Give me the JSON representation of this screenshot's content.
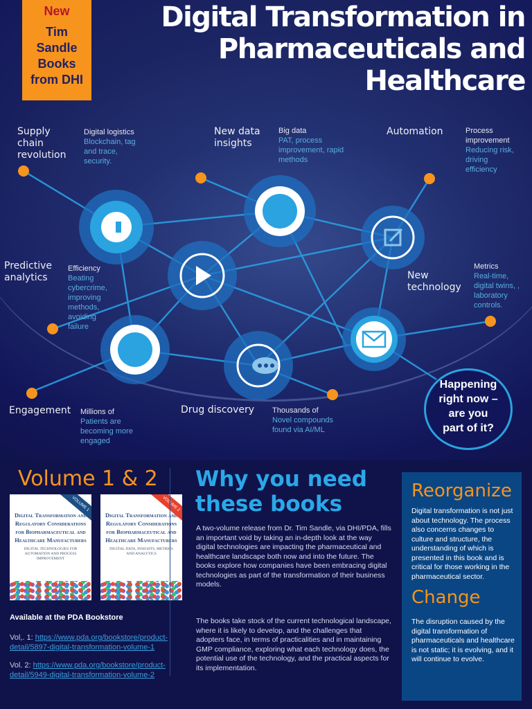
{
  "badge": {
    "new": "New",
    "line1": "Tim",
    "line2": "Sandle",
    "line3": "Books",
    "line4": "from DHI"
  },
  "title": {
    "line1": "Digital Transformation in",
    "line2": "Pharmaceuticals and",
    "line3": "Healthcare"
  },
  "colors": {
    "orange": "#f7941d",
    "accent_blue": "#2aa8e8",
    "panel_blue": "#0b4684",
    "background": "#10134a"
  },
  "nodes": [
    {
      "label": "Supply chain revolution",
      "heading": "Digital logistics",
      "detail": "Blockchain, tag and trace, security.",
      "icon": "cloud-icon"
    },
    {
      "label": "New data insights",
      "heading": "Big data",
      "detail": "PAT, process improvement, rapid methods",
      "icon": "ring-icon"
    },
    {
      "label": "Automation",
      "heading": "Process improvement",
      "detail": "Reducing risk, driving efficiency",
      "icon": "edit-icon"
    },
    {
      "label": "Predictive analytics",
      "heading": "Efficiency",
      "detail": "Beating cybercrime, improving methods, avoiding failure",
      "icon": "play-icon"
    },
    {
      "label": "New technology",
      "heading": "Metrics",
      "detail": "Real-time, digital twins, , laboratory controls.",
      "icon": "mail-icon"
    },
    {
      "label": "Engagement",
      "heading": "Millions of",
      "detail": "Patients are becoming more engaged",
      "icon": "ring-icon"
    },
    {
      "label": "Drug discovery",
      "heading": "Thousands of",
      "detail": "Novel compounds found via AI/ML",
      "icon": "chat-icon"
    }
  ],
  "callout": {
    "l1": "Happening",
    "l2": "right now –",
    "l3": "are you",
    "l4": "part of it?"
  },
  "volumes": {
    "title": "Volume 1 & 2",
    "books": [
      {
        "corner": "VOLUME 1",
        "title": "Digital Transformation and Regulatory Considerations for Biopharmaceutical and Healthcare Manufacturers",
        "subtitle": "DIGITAL TECHNOLOGIES FOR AUTOMATION AND PROCESS IMPROVEMENT"
      },
      {
        "corner": "VOLUME 2",
        "title": "Digital Transformation and Regulatory Considerations for Biopharmaceutical and Healthcare Manufacturers",
        "subtitle": "DIGITAL DATA, INSIGHTS, METRICS AND ANALYTICS"
      }
    ],
    "available": "Available at the PDA Bookstore",
    "links": [
      {
        "prefix": "Vol,. 1: ",
        "url": "https://www.pda.org/bookstore/product-detail/5897-digital-transformation-volume-1"
      },
      {
        "prefix": "Vol. 2: ",
        "url": "https://www.pda.org/bookstore/product-detail/5949-digital-transformation-volume-2"
      }
    ]
  },
  "why": {
    "title_l1": "Why you need",
    "title_l2": "these books",
    "p1": "A two-volume release from Dr. Tim Sandle, via DHI/PDA, fills an important void by taking an in-depth look at the way digital technologies are impacting the pharmaceutical and healthcare landscape both now and into the future. The books explore how companies have been embracing digital technologies as part of the transformation of their business models.",
    "p2": "The books take stock of the current technological landscape, where it is likely to develop, and the challenges that adopters face, in terms of practicalities and in maintaining GMP compliance, exploring what each technology does, the potential use of the technology, and the practical aspects for its implementation."
  },
  "panel": {
    "h1": "Reorganize",
    "p1": "Digital transformation is not just about technology. The process also concerns changes to culture and structure, the understanding of which is presented in this book and is critical for those working in the pharmaceutical sector.",
    "h2": "Change",
    "p2": "The disruption caused by the digital transformation of pharmaceuticals and healthcare is not static; it is evolving, and it will continue to evolve."
  }
}
